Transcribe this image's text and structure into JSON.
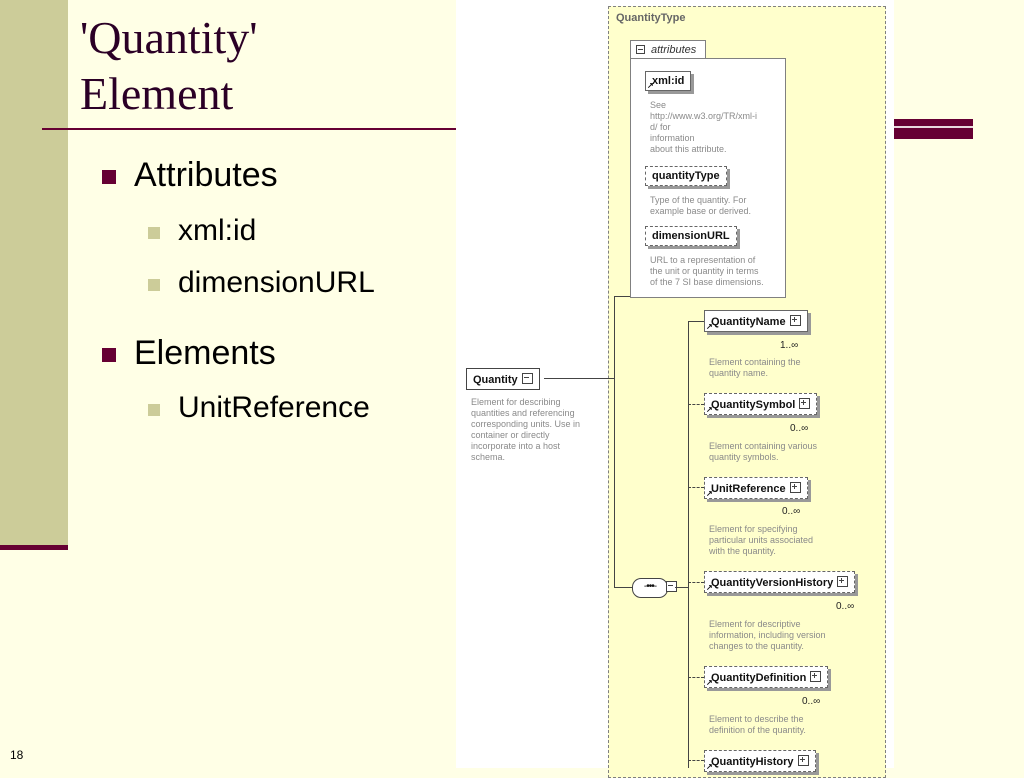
{
  "slide": {
    "title": "'Quantity'\nElement",
    "bullets": [
      {
        "label": "Attributes",
        "sub": [
          "xml:id",
          "dimensionURL"
        ]
      },
      {
        "label": "Elements",
        "sub": [
          "UnitReference"
        ]
      }
    ],
    "slide_number": "18"
  },
  "diagram": {
    "type_label": "QuantityType",
    "attributes_label": "attributes",
    "attributes": [
      {
        "name": "xml:id",
        "desc": "See\nhttp://www.w3.org/TR/xml-i\nd/ for\n                information\nabout this attribute."
      },
      {
        "name": "quantityType",
        "desc": "Type of the quantity.  For\nexample base or derived."
      },
      {
        "name": "dimensionURL",
        "desc": "URL to a representation of\nthe unit or quantity in terms\nof the 7 SI base dimensions."
      }
    ],
    "root": {
      "name": "Quantity",
      "desc": "Element for describing\nquantities and referencing\ncorresponding units. Use in\ncontainer or directly\nincorporate into a host\nschema."
    },
    "sequence_symbol": "-•••-",
    "elements": [
      {
        "name": "QuantityName",
        "card": "1..∞",
        "desc": "Element containing the\nquantity name."
      },
      {
        "name": "QuantitySymbol",
        "card": "0..∞",
        "desc": "Element containing various\nquantity symbols."
      },
      {
        "name": "UnitReference",
        "card": "0..∞",
        "desc": "Element for specifying\nparticular units associated\nwith the quantity."
      },
      {
        "name": "QuantityVersionHistory",
        "card": "0..∞",
        "desc": "Element for descriptive\ninformation, including version\nchanges to the quantity."
      },
      {
        "name": "QuantityDefinition",
        "card": "0..∞",
        "desc": "Element to describe the\ndefinition of the quantity."
      },
      {
        "name": "QuantityHistory",
        "card": "",
        "desc": ""
      }
    ]
  }
}
